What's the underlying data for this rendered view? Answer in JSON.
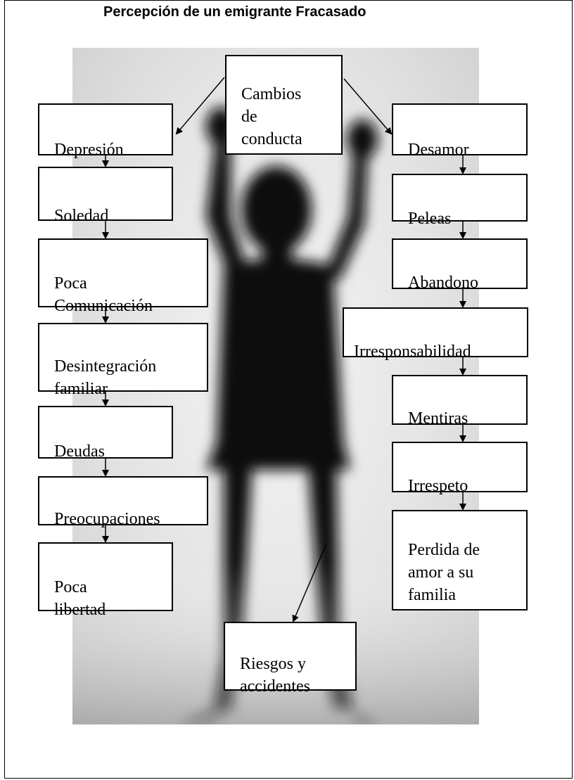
{
  "title": "Percepción de un emigrante Fracasado",
  "center_node": "Cambios\nde\nconducta",
  "left_chain": [
    "Depresión",
    "Soledad",
    "Poca\nComunicación",
    "Desintegración\nfamiliar",
    "Deudas",
    "Preocupaciones",
    "Poca\nlibertad"
  ],
  "right_chain": [
    "Desamor",
    "Peleas",
    "Abandono",
    "Irresponsabilidad",
    "Mentiras",
    "Irrespeto",
    "Perdida de\namor a su\nfamilia"
  ],
  "bottom_node": "Riesgos y\naccidentes",
  "background_image": "silhouette-of-person-with-raised-arms"
}
